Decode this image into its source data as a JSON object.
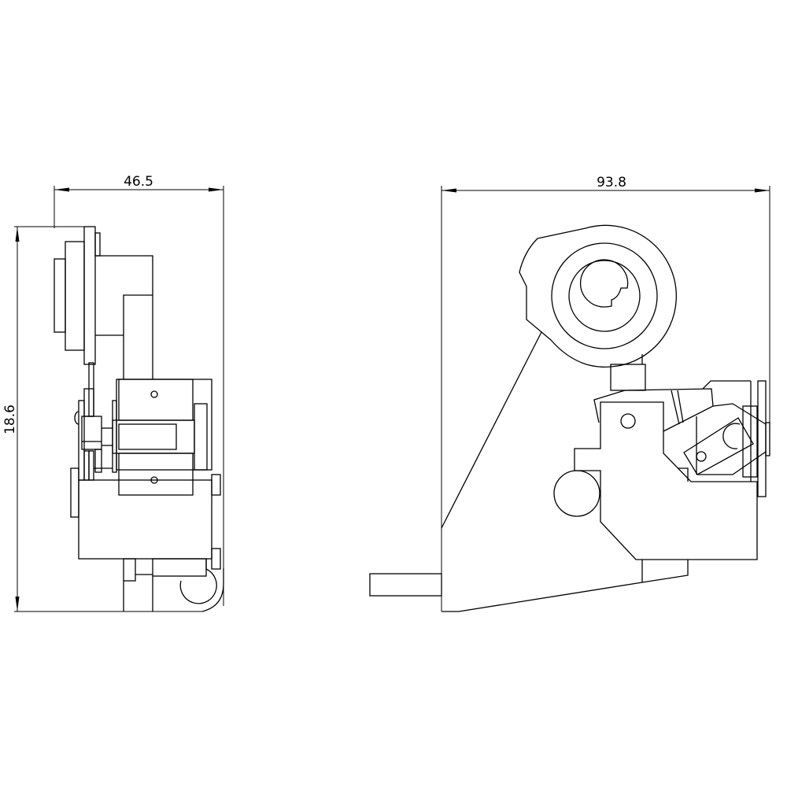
{
  "drawing": {
    "side_view": {
      "width_dimension": "46.5",
      "height_dimension": "18.6"
    },
    "front_view": {
      "width_dimension": "93.8"
    }
  },
  "colors": {
    "line": "#000000",
    "background": "#ffffff"
  }
}
